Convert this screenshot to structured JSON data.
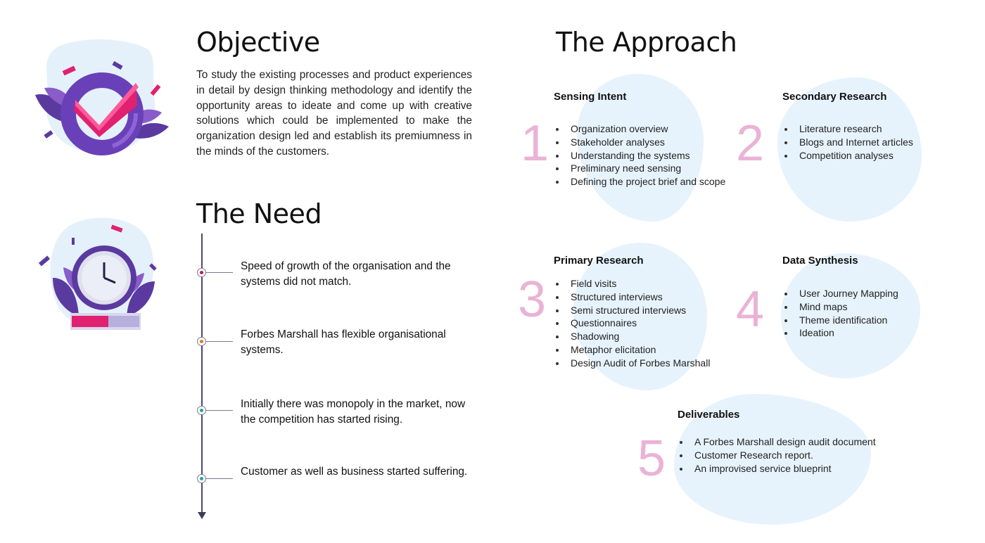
{
  "objective": {
    "title": "Objective",
    "text": "To study the existing processes and product experiences in detail by design thinking methodology and identify the opportunity areas to ideate and come up with creative solutions which could be implemented to make the organization design led and establish its premiumness in the minds of the customers."
  },
  "need": {
    "title": "The Need",
    "items": [
      {
        "text": "Speed of growth of the organisation and the systems did not match.",
        "color": "#c2185b"
      },
      {
        "text": "Forbes Marshall has flexible organisational systems.",
        "color": "#e8742a"
      },
      {
        "text": "Initially there was monopoly in the market, now the competition has started rising.",
        "color": "#26a69a"
      },
      {
        "text": "Customer as well as business started suffering.",
        "color": "#26a69a"
      }
    ]
  },
  "approach": {
    "title": "The Approach",
    "sections": [
      {
        "number": "1",
        "title": "Sensing Intent",
        "items": [
          "Organization overview",
          "Stakeholder analyses",
          "Understanding the systems",
          "Preliminary need sensing",
          "Defining the project brief and scope"
        ]
      },
      {
        "number": "2",
        "title": "Secondary Research",
        "items": [
          "Literature research",
          "Blogs and Internet articles",
          "Competition analyses"
        ]
      },
      {
        "number": "3",
        "title": "Primary Research",
        "items": [
          "Field visits",
          "Structured interviews",
          "Semi structured interviews",
          "Questionnaires",
          "Shadowing",
          "Metaphor elicitation",
          "Design Audit of Forbes Marshall"
        ]
      },
      {
        "number": "4",
        "title": "Data Synthesis",
        "items": [
          "User Journey Mapping",
          "Mind maps",
          "Theme identification",
          "Ideation"
        ]
      },
      {
        "number": "5",
        "title": "Deliverables",
        "items": [
          "A Forbes Marshall design audit document",
          "Customer Research report.",
          "An improvised service blueprint"
        ]
      }
    ]
  },
  "colors": {
    "accent_pink": "#eab3d6",
    "blob": "#e7f3fc",
    "purple": "#6a3fb0",
    "magenta": "#e0216f"
  },
  "icons": [
    "checkmark-badge-icon",
    "clock-progress-icon"
  ]
}
